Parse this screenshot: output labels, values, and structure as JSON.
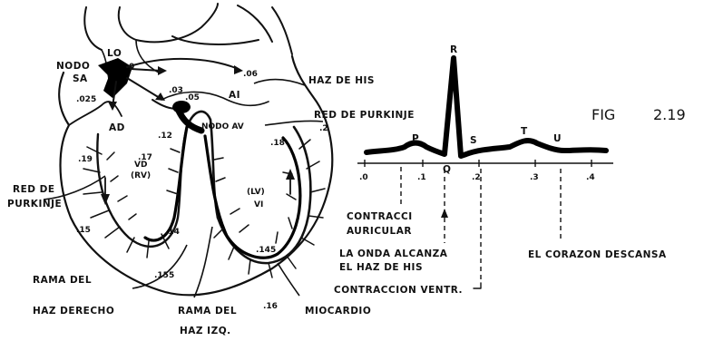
{
  "figure": {
    "fig_label": "FIG",
    "fig_number": "2.19"
  },
  "heart": {
    "nodo_sa": [
      "NODO",
      "SA"
    ],
    "lo": "LO",
    "ad": "AD",
    "ai": "AI",
    "haz_de_his": "HAZ DE HIS",
    "red_purkinje_top": "RED DE PURKINJE",
    "nodo_av": "NODO AV",
    "red_purkinje_left": [
      "RED DE",
      "PURKINJE"
    ],
    "vd": [
      "VD",
      "(RV)"
    ],
    "vi": [
      "(LV)",
      "VI"
    ],
    "rama_derecho": [
      "RAMA DEL",
      "HAZ DERECHO"
    ],
    "rama_izq": [
      "RAMA DEL",
      "HAZ IZQ."
    ],
    "miocardio": "MIOCARDIO",
    "times": [
      "0",
      ".025",
      ".06",
      ".03",
      ".05",
      ".12",
      ".2",
      ".18",
      ".19",
      ".17",
      ".15",
      ".14",
      ".145",
      ".155",
      ".16"
    ]
  },
  "ecg": {
    "wave_labels": {
      "p": "P",
      "q": "Q",
      "r": "R",
      "s": "S",
      "t": "T",
      "u": "U"
    },
    "axis_ticks": [
      ".0",
      ".1",
      ".2",
      ".3",
      ".4"
    ],
    "annotations": {
      "contraccion_auricular": [
        "CONTRACCI",
        "AURICULAR"
      ],
      "onda_alcanza": [
        "LA ONDA ALCANZA",
        "EL HAZ DE HIS"
      ],
      "contraccion_ventr": "CONTRACCION VENTR.",
      "corazon_descansa": "EL CORAZON DESCANSA"
    }
  }
}
